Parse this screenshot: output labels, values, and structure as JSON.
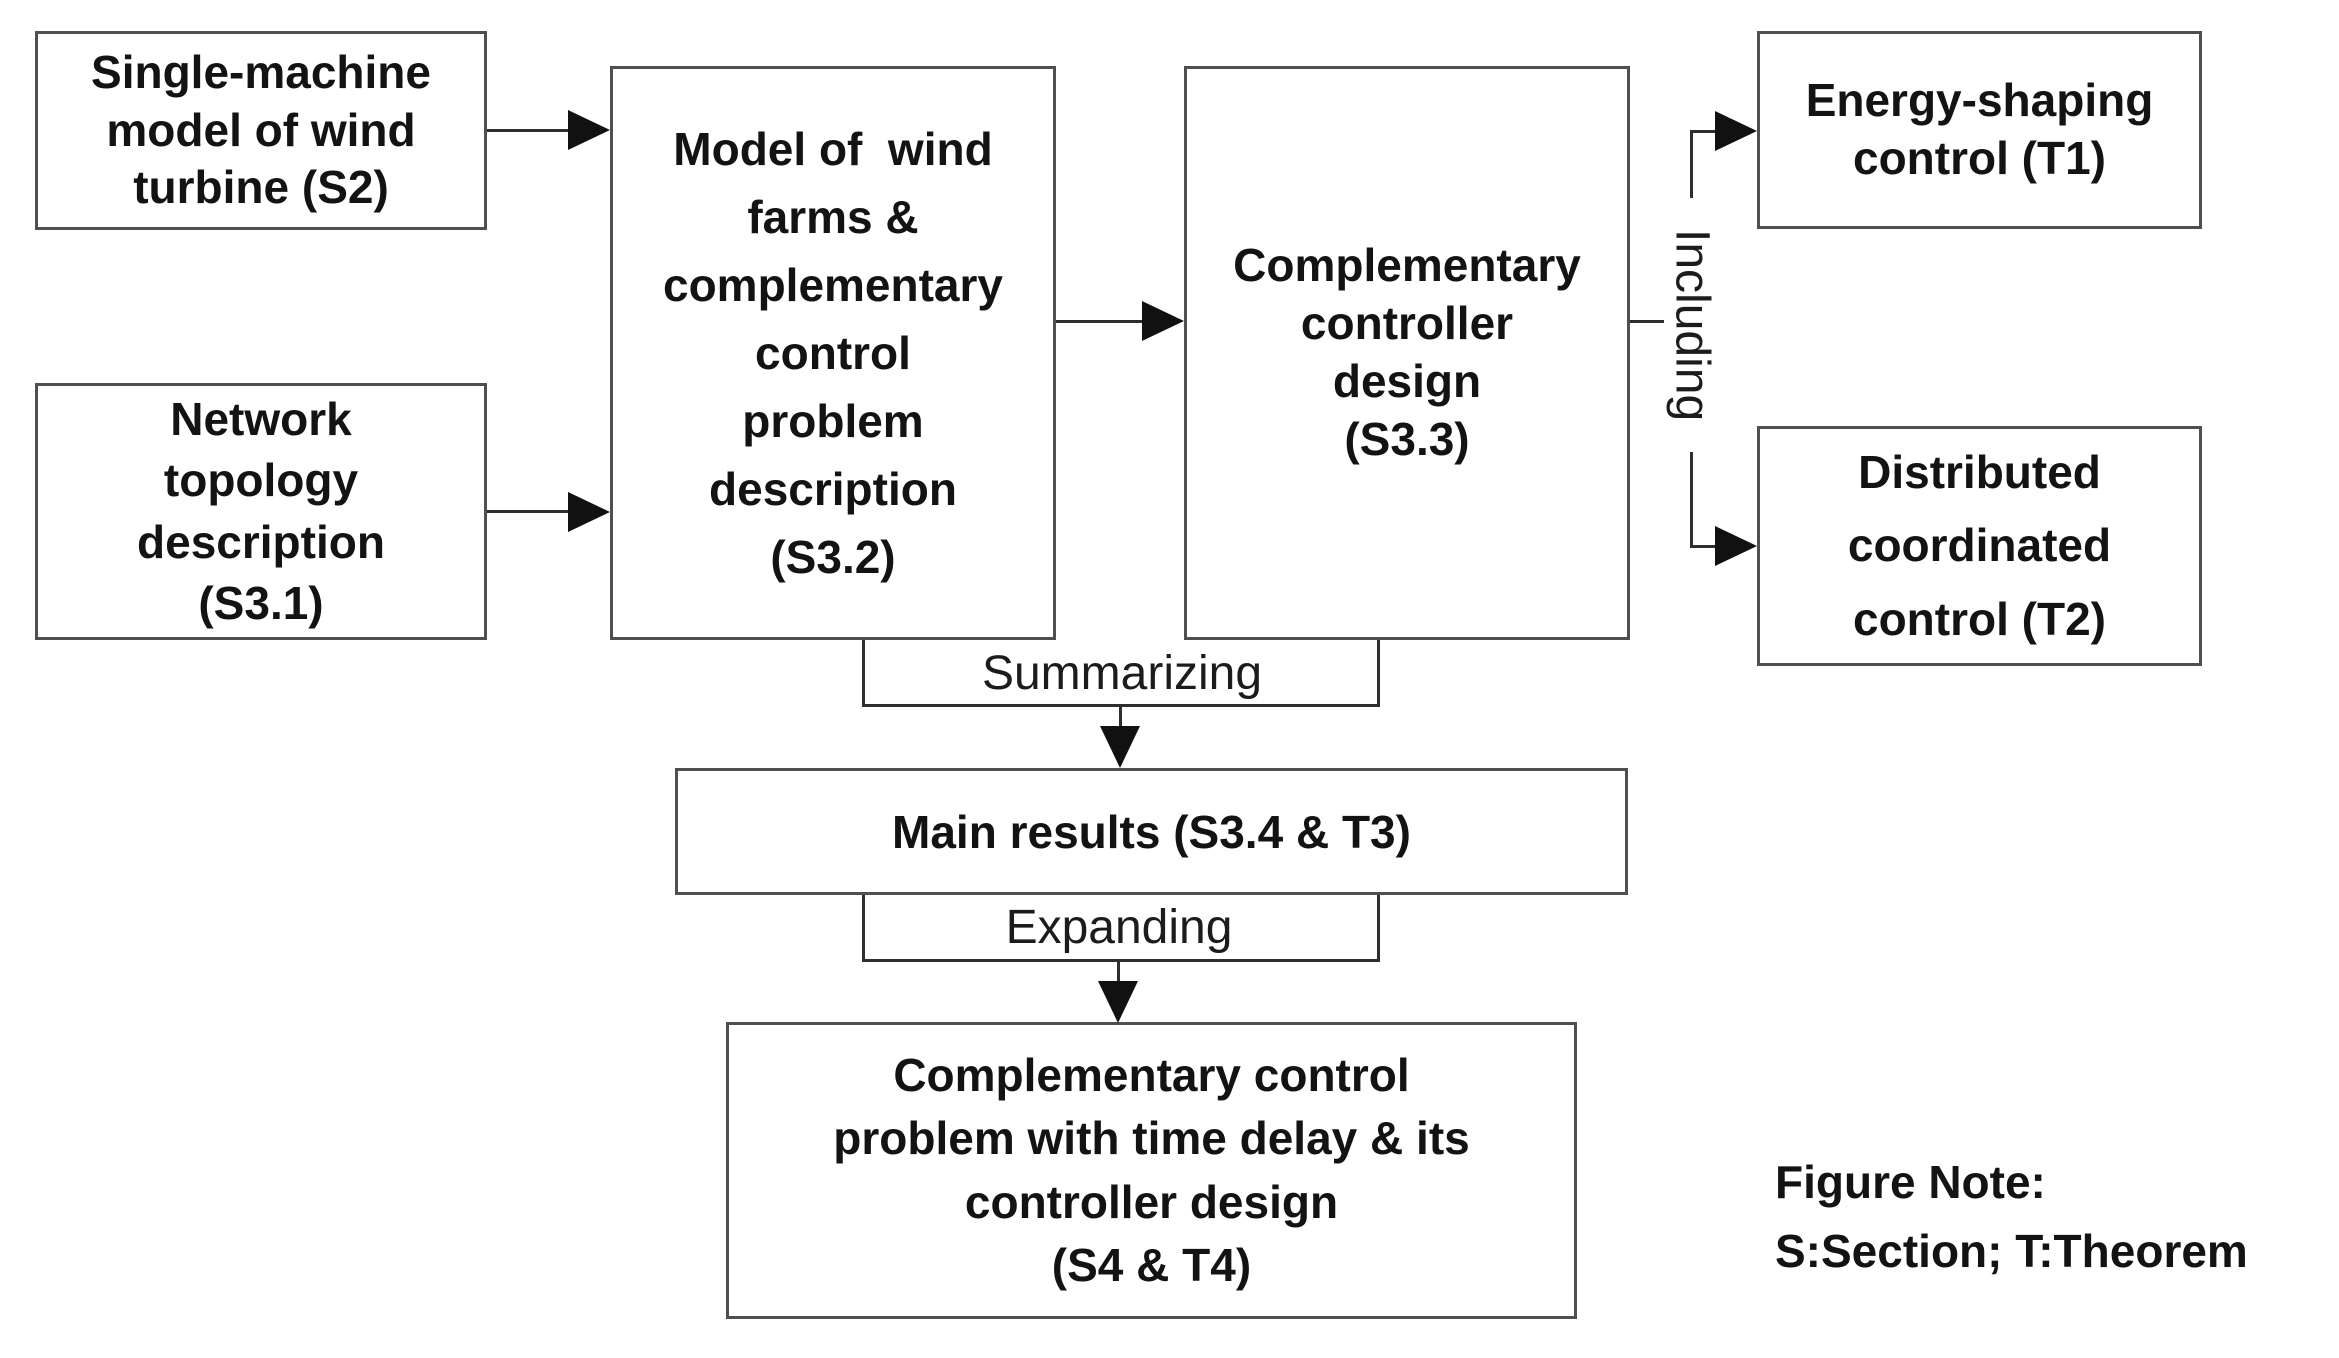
{
  "figure": {
    "background_color": "#ffffff",
    "box_border_color": "#4f4f4f",
    "connector_color": "#2e2e2e",
    "arrowhead_color": "#111111",
    "text_color": "#131313"
  },
  "boxes": {
    "s2": {
      "text": "Single-machine\nmodel of wind\nturbine (S2)"
    },
    "s31": {
      "text": "Network\ntopology\ndescription\n(S3.1)"
    },
    "s32": {
      "text": "Model of  wind\nfarms &\ncomplementary\ncontrol\nproblem\ndescription\n(S3.2)"
    },
    "s33": {
      "text": "Complementary\ncontroller\ndesign\n(S3.3)"
    },
    "t1": {
      "text": "Energy-shaping\ncontrol (T1)"
    },
    "t2": {
      "text": "Distributed\ncoordinated\ncontrol (T2)"
    },
    "main": {
      "text": "Main results (S3.4 & T3)"
    },
    "s4": {
      "text": "Complementary control\nproblem with time delay & its\ncontroller design\n(S4 & T4)"
    }
  },
  "labels": {
    "summarizing": "Summarizing",
    "expanding": "Expanding",
    "including": "Including"
  },
  "note": {
    "text": "Figure Note:\nS:Section; T:Theorem"
  }
}
